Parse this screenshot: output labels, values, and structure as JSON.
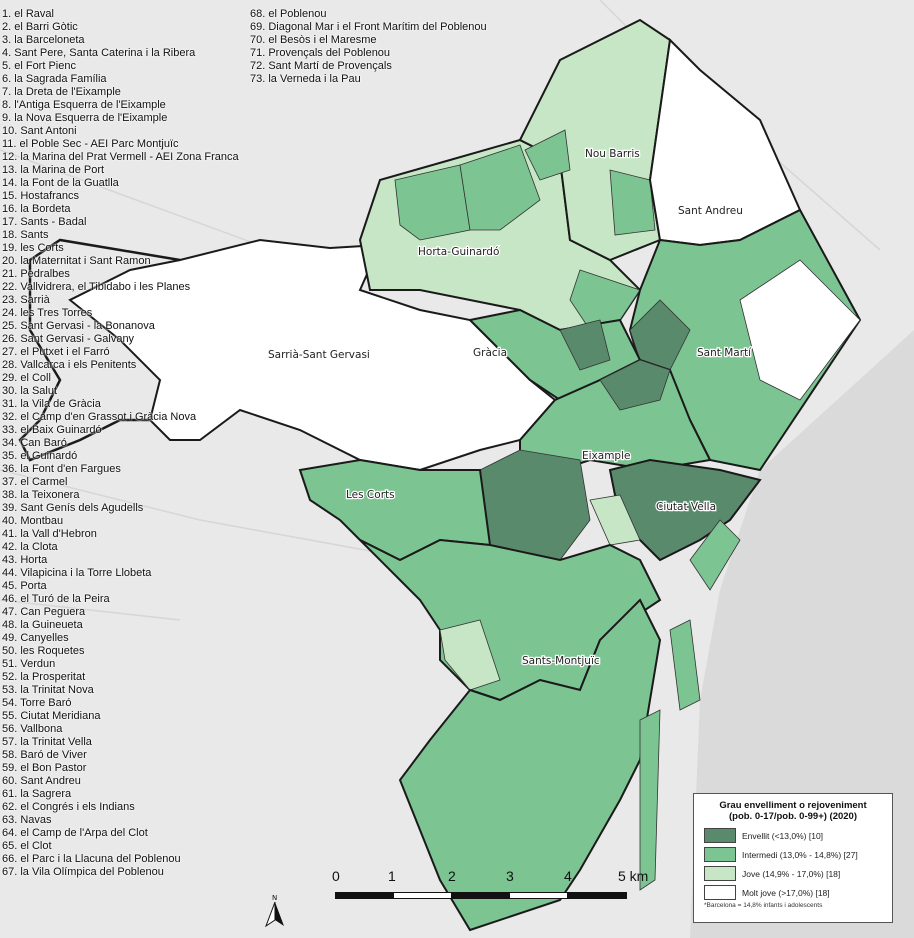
{
  "neighbourhood_list_a": [
    "1. el Raval",
    "2. el Barri Gòtic",
    "3. la Barceloneta",
    "4. Sant Pere, Santa Caterina i la Ribera",
    "5. el Fort Pienc",
    "6. la Sagrada Família",
    "7. la Dreta de l'Eixample",
    "8. l'Antiga Esquerra de l'Eixample",
    "9. la Nova Esquerra de l'Eixample",
    "10. Sant Antoni",
    "11. el Poble Sec - AEI Parc Montjuïc",
    "12. la Marina del Prat Vermell - AEI Zona Franca",
    "13. la Marina de Port",
    "14. la Font de la Guatlla",
    "15. Hostafrancs",
    "16. la Bordeta",
    "17. Sants - Badal",
    "18. Sants",
    "19. les Corts",
    "20. la Maternitat i Sant Ramon",
    "21. Pedralbes",
    "22. Vallvidrera, el Tibidabo i les Planes",
    "23. Sarrià",
    "24. les Tres Torres",
    "25. Sant Gervasi - la Bonanova",
    "26. Sant Gervasi - Galvany",
    "27. el Putxet i el Farró",
    "28. Vallcarca i els Penitents",
    "29. el Coll",
    "30. la Salut",
    "31. la Vila de Gràcia",
    "32. el Camp d'en Grassot i Gràcia Nova",
    "33. el Baix Guinardó",
    "34. Can Baró",
    "35. el Guinardó",
    "36. la Font d'en Fargues",
    "37. el Carmel",
    "38. la Teixonera",
    "39. Sant Genís dels Agudells",
    "40. Montbau",
    "41. la Vall d'Hebron",
    "42. la Clota",
    "43. Horta",
    "44. Vilapicina i la Torre Llobeta",
    "45. Porta",
    "46. el Turó de la Peira",
    "47. Can Peguera",
    "48. la Guineueta",
    "49. Canyelles",
    "50. les Roquetes",
    "51. Verdun",
    "52. la Prosperitat",
    "53. la Trinitat Nova",
    "54. Torre Baró",
    "55. Ciutat Meridiana",
    "56. Vallbona",
    "57. la Trinitat Vella",
    "58. Baró de Viver",
    "59. el Bon Pastor",
    "60. Sant Andreu",
    "61. la Sagrera",
    "62. el Congrés i els Indians",
    "63. Navas",
    "64. el Camp de l'Arpa del Clot",
    "65. el Clot",
    "66. el Parc i la Llacuna del Poblenou",
    "67. la Vila Olímpica del Poblenou"
  ],
  "neighbourhood_list_b": [
    "68. el Poblenou",
    "69. Diagonal Mar i el Front Marítim del Poblenou",
    "70. el Besòs i el Maresme",
    "71. Provençals del Poblenou",
    "72. Sant Martí de Provençals",
    "73. la Verneda i la Pau"
  ],
  "districts": [
    "Nou Barris",
    "Sant Andreu",
    "Horta-Guinardó",
    "Sarrià-Sant Gervasi",
    "Gràcia",
    "Sant Martí",
    "Eixample",
    "Les Corts",
    "Ciutat Vella",
    "Sants-Montjuïc"
  ],
  "legend": {
    "title_line1": "Grau envelliment o rejoveniment",
    "title_line2": "(pob. 0-17/pob. 0-99+) (2020)",
    "items": [
      {
        "label": "Envellit (<13,0%) [10]",
        "color": "#5a8a6c"
      },
      {
        "label": "Intermedi (13,0% - 14,8%) [27]",
        "color": "#7cc491"
      },
      {
        "label": "Jove (14,9% - 17,0%) [18]",
        "color": "#c6e6c6"
      },
      {
        "label": "Molt jove (>17,0%) [18]",
        "color": "#ffffff"
      }
    ],
    "note": "*Barcelona = 14,8% infants i adolescents"
  },
  "scale_bar": {
    "ticks": [
      "0",
      "1",
      "2",
      "3",
      "4",
      "5 km"
    ]
  },
  "compass_label": "N",
  "colors": {
    "background": "#e9e9e9",
    "envellit": "#5a8a6c",
    "intermedi": "#7cc491",
    "jove": "#c6e6c6",
    "molt_jove": "#ffffff",
    "border": "#1a1a1a"
  }
}
